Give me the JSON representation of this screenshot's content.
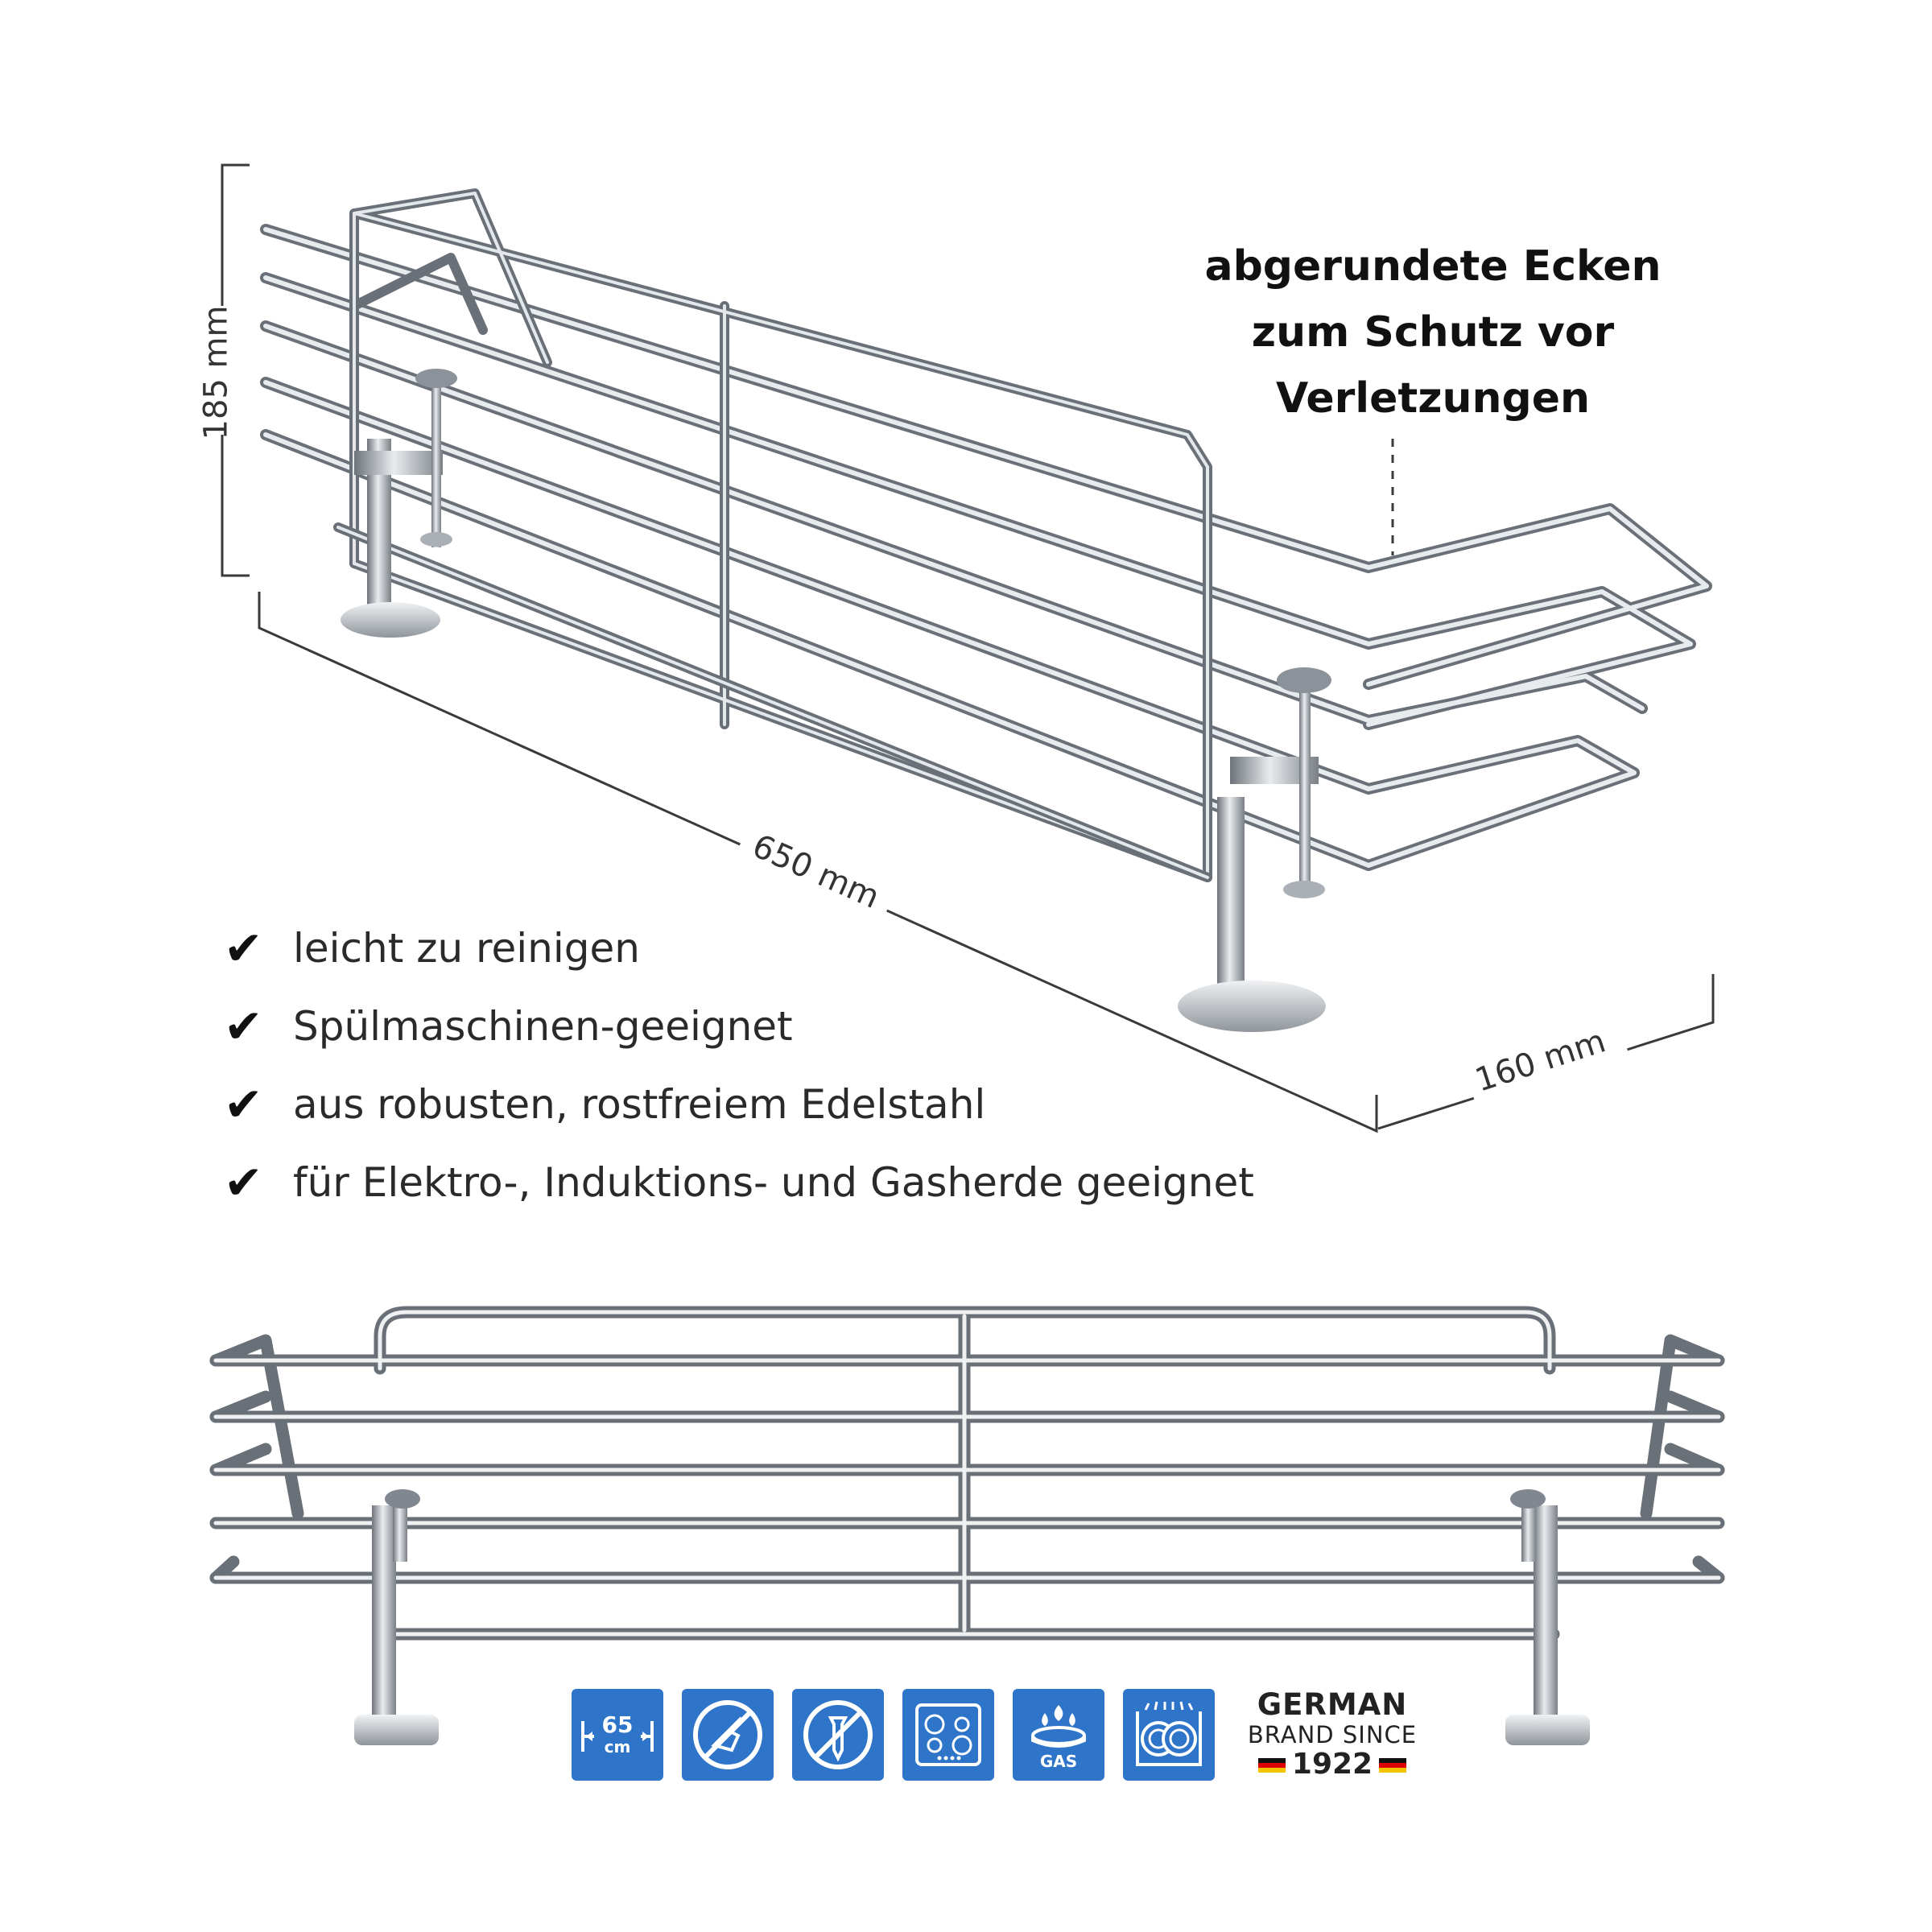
{
  "callout": {
    "lines": [
      "abgerundete Ecken",
      "zum Schutz vor",
      "Verletzungen"
    ]
  },
  "dimensions": {
    "height": "185 mm",
    "length": "650 mm",
    "depth": "160 mm"
  },
  "features": [
    "leicht zu reinigen",
    "Spülmaschinen-geeignet",
    "aus robusten, rostfreiem Edelstahl",
    "für Elektro-, Induktions- und Gasherde geeignet"
  ],
  "check_symbol": "✔",
  "icons": [
    {
      "name": "width-65cm-icon",
      "value": "65",
      "unit": "cm"
    },
    {
      "name": "no-drilling-icon"
    },
    {
      "name": "no-screws-icon"
    },
    {
      "name": "ceramic-hob-icon"
    },
    {
      "name": "gas-burner-icon",
      "label": "GAS"
    },
    {
      "name": "dishwasher-safe-icon"
    }
  ],
  "brand": {
    "line1": "GERMAN",
    "line2": "BRAND SINCE",
    "year": "1922"
  },
  "colors": {
    "icon_blue": "#2e74c9",
    "steel": "#8a8f95",
    "text": "#1c1c1c"
  }
}
